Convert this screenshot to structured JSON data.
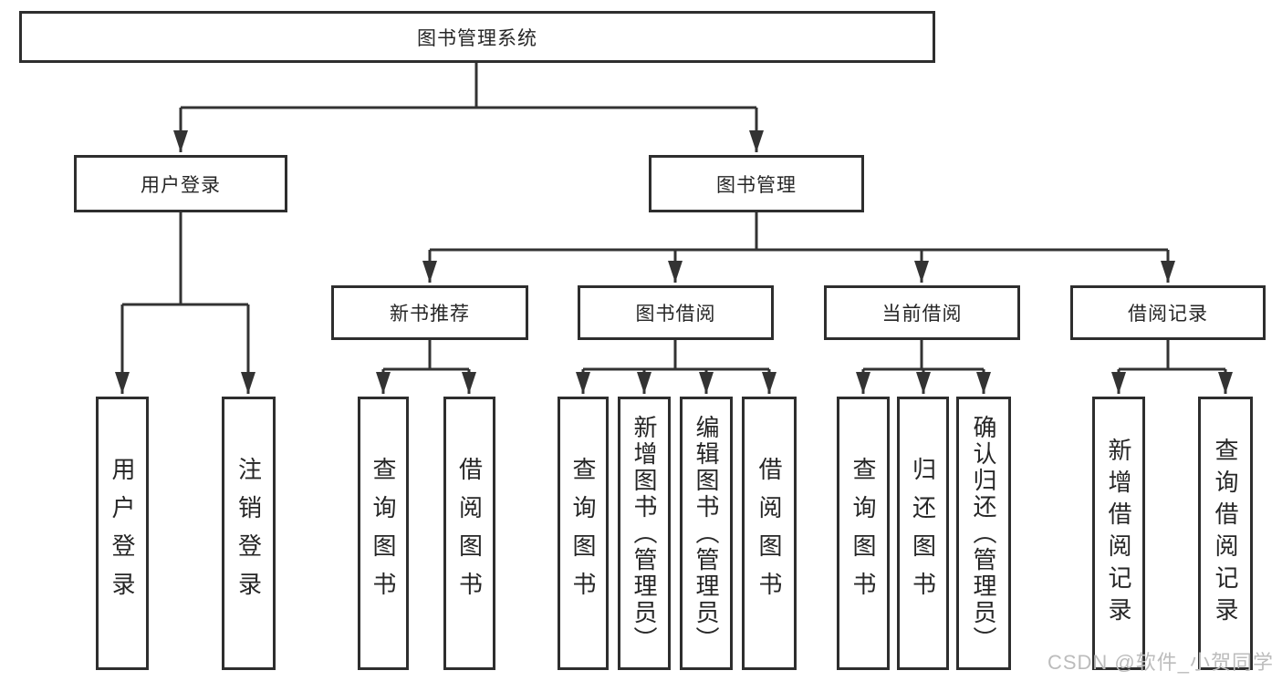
{
  "tree": {
    "label": "图书管理系统",
    "children": [
      {
        "label": "用户登录",
        "children": [
          {
            "label": "用户登录"
          },
          {
            "label": "注销登录"
          }
        ]
      },
      {
        "label": "图书管理",
        "children": [
          {
            "label": "新书推荐",
            "children": [
              {
                "label": "查询图书"
              },
              {
                "label": "借阅图书"
              }
            ]
          },
          {
            "label": "图书借阅",
            "children": [
              {
                "label": "查询图书"
              },
              {
                "label": "新增图书（管理员）"
              },
              {
                "label": "编辑图书（管理员）"
              },
              {
                "label": "借阅图书"
              }
            ]
          },
          {
            "label": "当前借阅",
            "children": [
              {
                "label": "查询图书"
              },
              {
                "label": "归还图书"
              },
              {
                "label": "确认归还（管理员）"
              }
            ]
          },
          {
            "label": "借阅记录",
            "children": [
              {
                "label": "新增借阅记录"
              },
              {
                "label": "查询借阅记录"
              }
            ]
          }
        ]
      }
    ]
  },
  "watermark": {
    "text": "CSDN @软件_小贺同学",
    "color": "#bcbcbc"
  },
  "colors": {
    "box_border": "#2e2e2e",
    "connector_line": "#333333",
    "text": "#262626",
    "background": "#ffffff"
  }
}
